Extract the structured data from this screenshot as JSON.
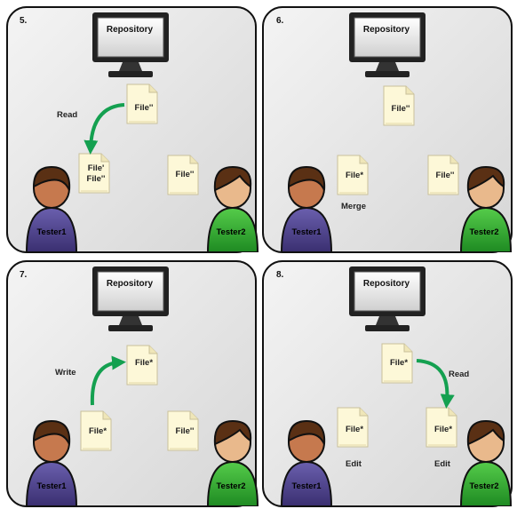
{
  "repository_label": "Repository",
  "panels": [
    {
      "number": "5.",
      "tester1": "Tester1",
      "tester2": "Tester2",
      "repo_file": "File''",
      "arrow_label": "Read",
      "tester1_file_line1": "File'",
      "tester1_file_line2": "File''",
      "tester2_file": "File''"
    },
    {
      "number": "6.",
      "tester1": "Tester1",
      "tester2": "Tester2",
      "repo_file": "File''",
      "tester1_file": "File*",
      "tester1_caption": "Merge",
      "tester2_file": "File''"
    },
    {
      "number": "7.",
      "tester1": "Tester1",
      "tester2": "Tester2",
      "repo_file": "File*",
      "arrow_label": "Write",
      "tester1_file": "File*",
      "tester2_file": "File''"
    },
    {
      "number": "8.",
      "tester1": "Tester1",
      "tester2": "Tester2",
      "repo_file": "File*",
      "arrow_label": "Read",
      "tester1_file": "File*",
      "tester1_caption": "Edit",
      "tester2_file": "File*",
      "tester2_caption": "Edit"
    }
  ],
  "colors": {
    "panel_fill": "#e8e8e8",
    "doc_fill": "#fdf8d8",
    "arrow": "#14a050",
    "tester1_body": "#4a3f85",
    "tester2_body": "#2fa833",
    "hair": "#5a3014",
    "skin": "#c6794e",
    "skin2": "#e9b98c"
  }
}
